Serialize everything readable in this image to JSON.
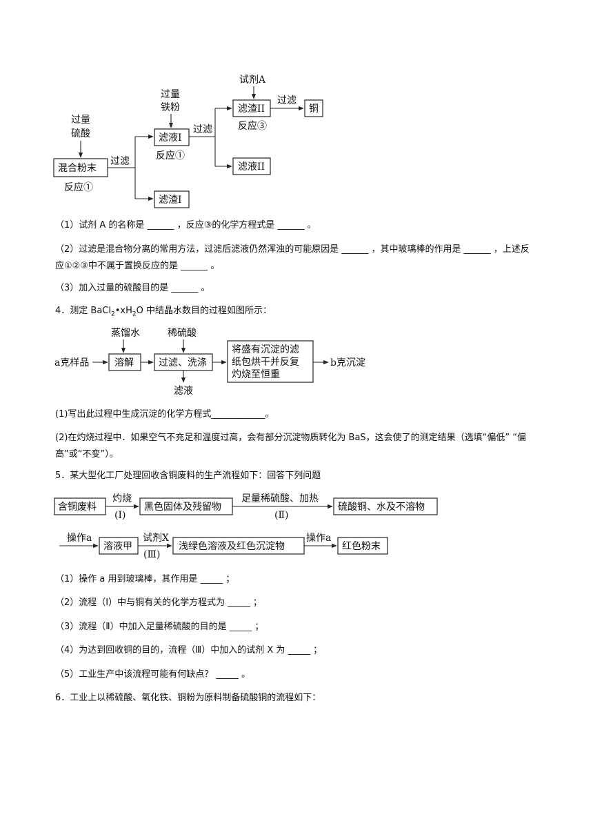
{
  "d1": {
    "excess_sulfuric": [
      "过量",
      "硫酸"
    ],
    "mixed_powder": "混合粉末",
    "reaction1_left": "反应①",
    "filter1": "过滤",
    "filtrate1": "滤液I",
    "residue1": "滤渣I",
    "excess_iron": [
      "过量",
      "铁粉"
    ],
    "reaction1_mid": "反应①",
    "filter2": "过滤",
    "residue2": "滤渣II",
    "filtrate2": "滤液II",
    "reagent_a": "试剂A",
    "reaction3": "反应③",
    "filter3": "过滤",
    "copper": "铜"
  },
  "q3": {
    "p1": "（1）试剂 A 的名称是 ______ ，反应③的化学方程式是 ______ 。",
    "p2": "（2）过滤是混合物分离的常用方法，过滤后滤液仍然浑浊的可能原因是 ______ ，其中玻璃棒的作用是 ______ ，上述反应①②③中不属于置换反应的是 ______ 。",
    "p3": "（3）加入过量的硫酸目的是 ______ 。"
  },
  "q4": {
    "title_pre": "4．测定 BaCl",
    "title_sub1": "2",
    "title_mid": "•xH",
    "title_sub2": "2",
    "title_post": "O 中结晶水数目的过程如图所示：",
    "p1": "(1)写出此过程中生成沉淀的化学方程式____________。",
    "p2": "(2)在灼烧过程中．如果空气不充足和温度过高，会有部分沉淀物质转化为 BaS，这会使了的测定结果（选填“偏低” “偏高”或“不变”）。"
  },
  "d2": {
    "sample": "a克样品",
    "water": "蒸馏水",
    "dissolve": "溶解",
    "dilute_acid": "稀硫酸",
    "filter_wash": "过滤、洗涤",
    "filtrate": "滤液",
    "process": [
      "将盛有沉淀的滤",
      "纸包烘干并反复",
      "灼烧至恒重"
    ],
    "result": "b克沉淀"
  },
  "q5": {
    "title": "5．某大型化工厂处理回收含铜废料的生产流程如下：回答下列问题",
    "p1": "（1）操作 a 用到玻璃棒，其作用是 _____ ；",
    "p2": "（2）流程（Ⅰ）中与铜有关的化学方程式为 _____ ；",
    "p3": "（3）流程（Ⅱ）中加入足量稀硫酸的目的是 _____ ；",
    "p4": "（4）为达到回收铜的目的，流程（Ⅲ）中加入的试剂 X 为 _____ ；",
    "p5": "（5）工业生产中该流程可能有何缺点？ _____ 。"
  },
  "d3": {
    "waste": "含铜废料",
    "burn": "灼烧",
    "step1": "(Ⅰ)",
    "black_solid": "黑色固体及残留物",
    "acid_heat": "足量稀硫酸、加热",
    "step2": "(Ⅱ)",
    "product": "硫酸铜、水及不溶物",
    "op_a1": "操作a",
    "solution_a": "溶液甲",
    "reagent_x": "试剂X",
    "step3": "(Ⅲ)",
    "green": "浅绿色溶液及红色沉淀物",
    "op_a2": "操作a",
    "red_powder": "红色粉末"
  },
  "q6": {
    "title": "6．工业上以稀硫酸、氧化铁、铜粉为原料制备硫酸铜的流程如下："
  }
}
